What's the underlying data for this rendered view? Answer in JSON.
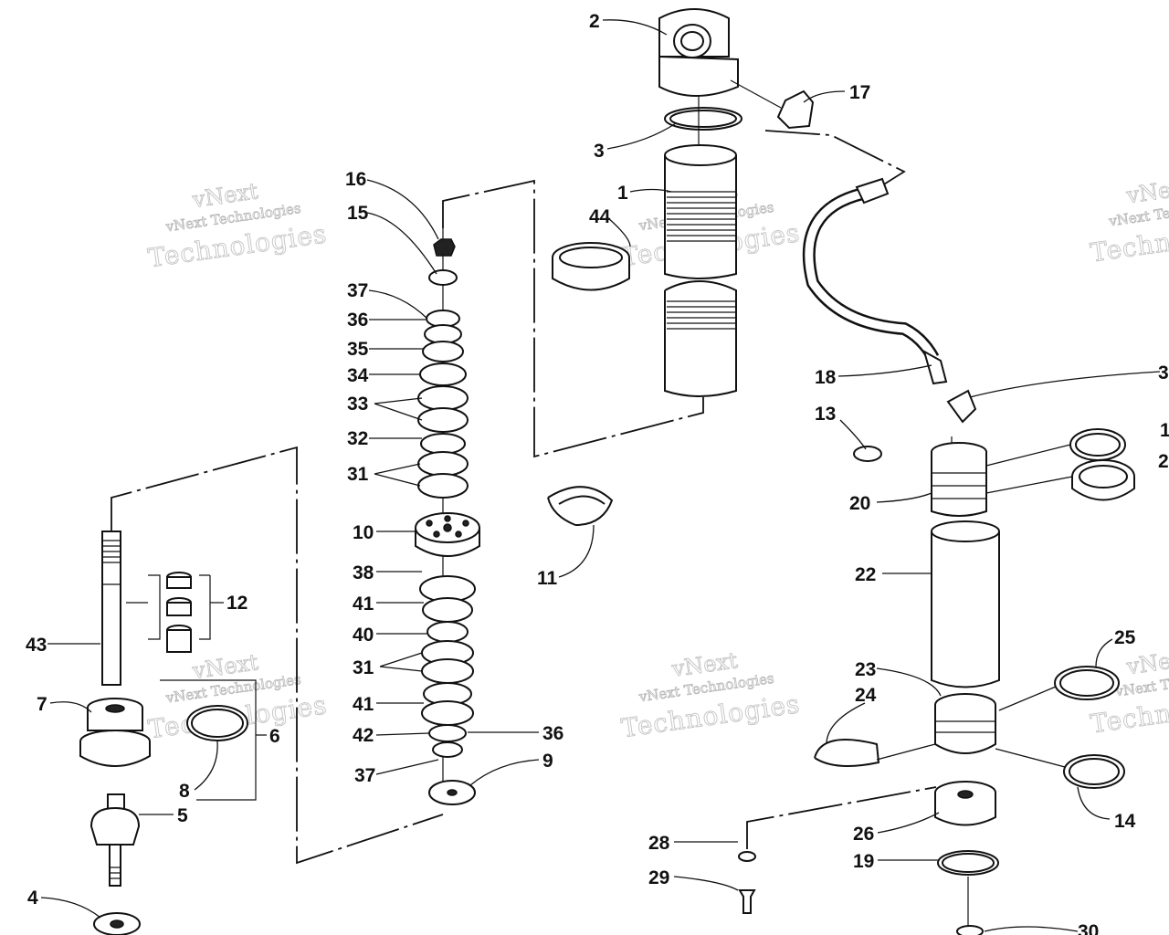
{
  "watermarks": [
    {
      "brand": "vNext",
      "line": "vNext Technologies",
      "word": "Technologies"
    }
  ],
  "callouts": {
    "c1": "1",
    "c2": "2",
    "c3": "3",
    "c4": "4",
    "c5": "5",
    "c6": "6",
    "c7": "7",
    "c8": "8",
    "c9": "9",
    "c10": "10",
    "c11": "11",
    "c12": "12",
    "c13": "13",
    "c14": "14",
    "c15": "15",
    "c16": "16",
    "c17": "17",
    "c18": "18",
    "c19": "19",
    "c20": "20",
    "c22": "22",
    "c23": "23",
    "c24": "24",
    "c25": "25",
    "c26": "26",
    "c28": "28",
    "c29": "29",
    "c30": "30",
    "c31a": "31",
    "c31b": "31",
    "c32": "32",
    "c33": "33",
    "c34": "34",
    "c35": "35",
    "c36a": "36",
    "c36b": "36",
    "c37a": "37",
    "c37b": "37",
    "c38": "38",
    "c40": "40",
    "c41a": "41",
    "c41b": "41",
    "c42": "42",
    "c43": "43",
    "c44": "44",
    "c3r": "3",
    "c1r": "1",
    "c2r": "2"
  }
}
